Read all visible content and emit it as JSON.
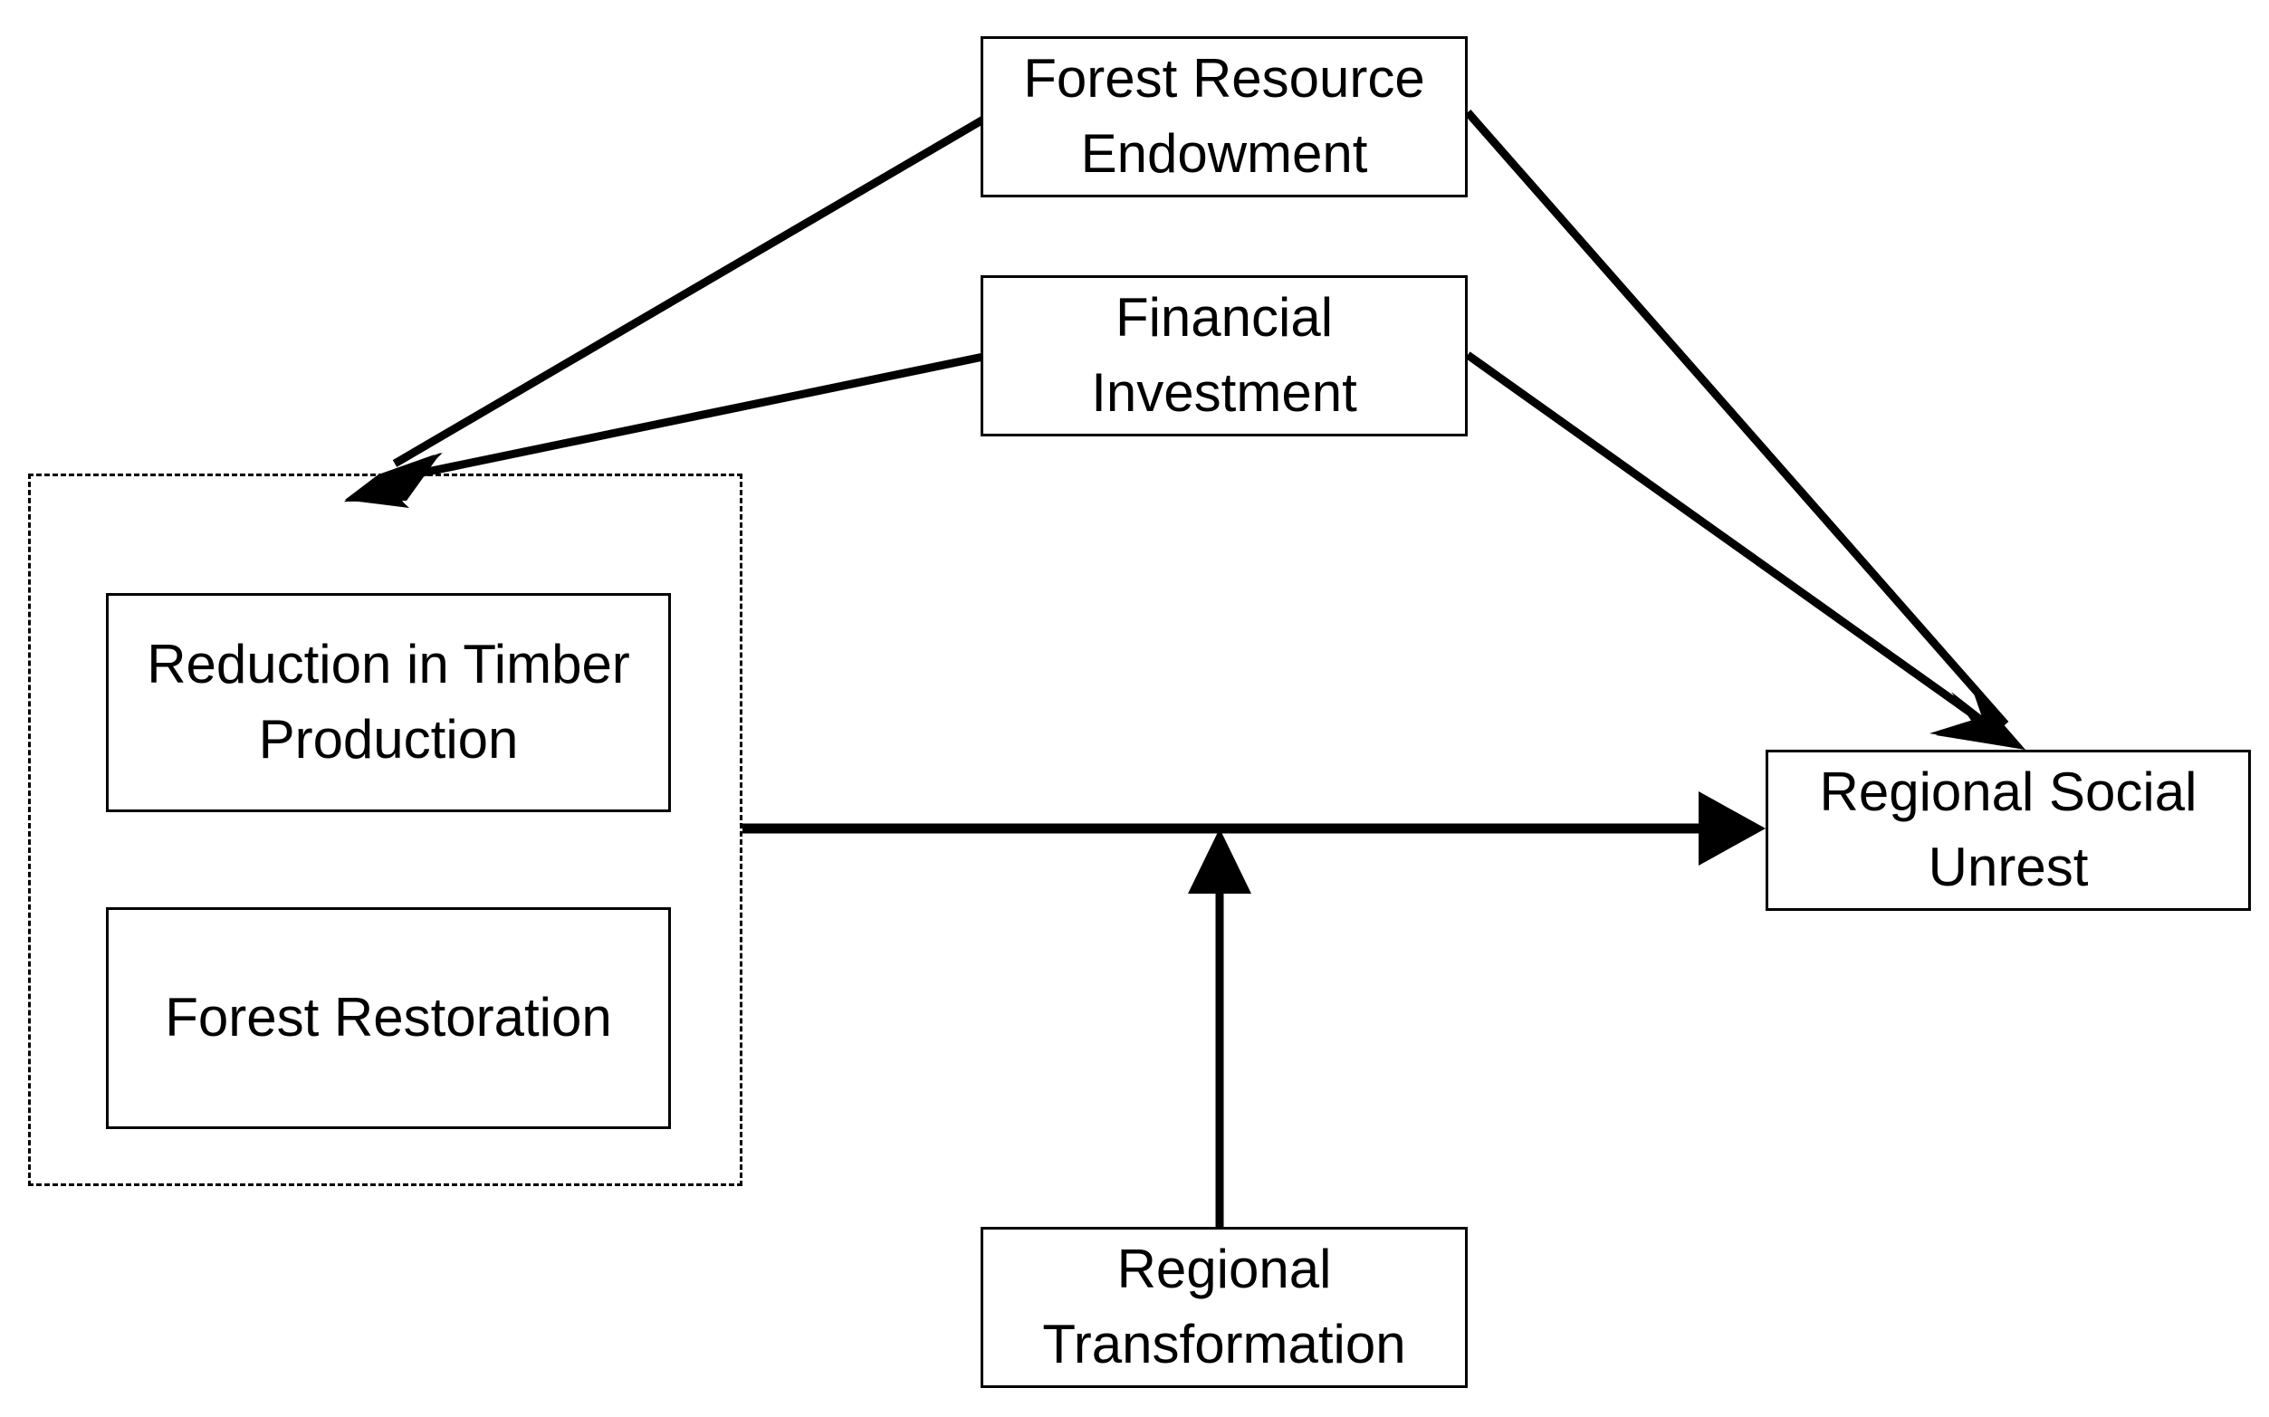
{
  "diagram": {
    "title": "Forest Resource Endowment and Regional Social Unrest Pathway Diagram",
    "background_color": "#ffffff",
    "line_color": "#000000",
    "box_border_color": "#000000",
    "box_fill_color": "#ffffff",
    "group_border_style": "dashed"
  },
  "nodes": {
    "forest_resource_endowment": {
      "label": "Forest Resource\nEndowment",
      "line1": "Forest Resource",
      "line2": "Endowment"
    },
    "financial_investment": {
      "label": "Financial\nInvestment",
      "line1": "Financial",
      "line2": "Investment"
    },
    "reduction_in_timber_production": {
      "label": "Reduction in Timber\nProduction",
      "line1": "Reduction in Timber",
      "line2": "Production"
    },
    "forest_restoration": {
      "label": "Forest Restoration"
    },
    "regional_social_unrest": {
      "label": "Regional Social\nUnrest",
      "line1": "Regional Social",
      "line2": "Unrest"
    },
    "regional_transformation": {
      "label": "Regional\nTransformation",
      "line1": "Regional",
      "line2": "Transformation"
    }
  },
  "group": {
    "forest_policy_group": {
      "label": "",
      "contains": [
        "reduction_in_timber_production",
        "forest_restoration"
      ]
    }
  },
  "edges": [
    {
      "id": "edge-fre-to-group",
      "from": "forest_resource_endowment",
      "to": "forest_policy_group",
      "style": "solid",
      "arrow": "single"
    },
    {
      "id": "edge-fi-to-group",
      "from": "financial_investment",
      "to": "forest_policy_group",
      "style": "solid",
      "arrow": "single"
    },
    {
      "id": "edge-fre-to-rsu",
      "from": "forest_resource_endowment",
      "to": "regional_social_unrest",
      "style": "solid",
      "arrow": "single"
    },
    {
      "id": "edge-fi-to-rsu",
      "from": "financial_investment",
      "to": "regional_social_unrest",
      "style": "solid",
      "arrow": "single"
    },
    {
      "id": "edge-group-to-rsu",
      "from": "forest_policy_group",
      "to": "regional_social_unrest",
      "style": "solid",
      "arrow": "single"
    },
    {
      "id": "edge-rt-to-group-rsu",
      "from": "regional_transformation",
      "to": "edge-group-to-rsu",
      "style": "solid",
      "arrow": "single",
      "role": "moderator"
    }
  ]
}
